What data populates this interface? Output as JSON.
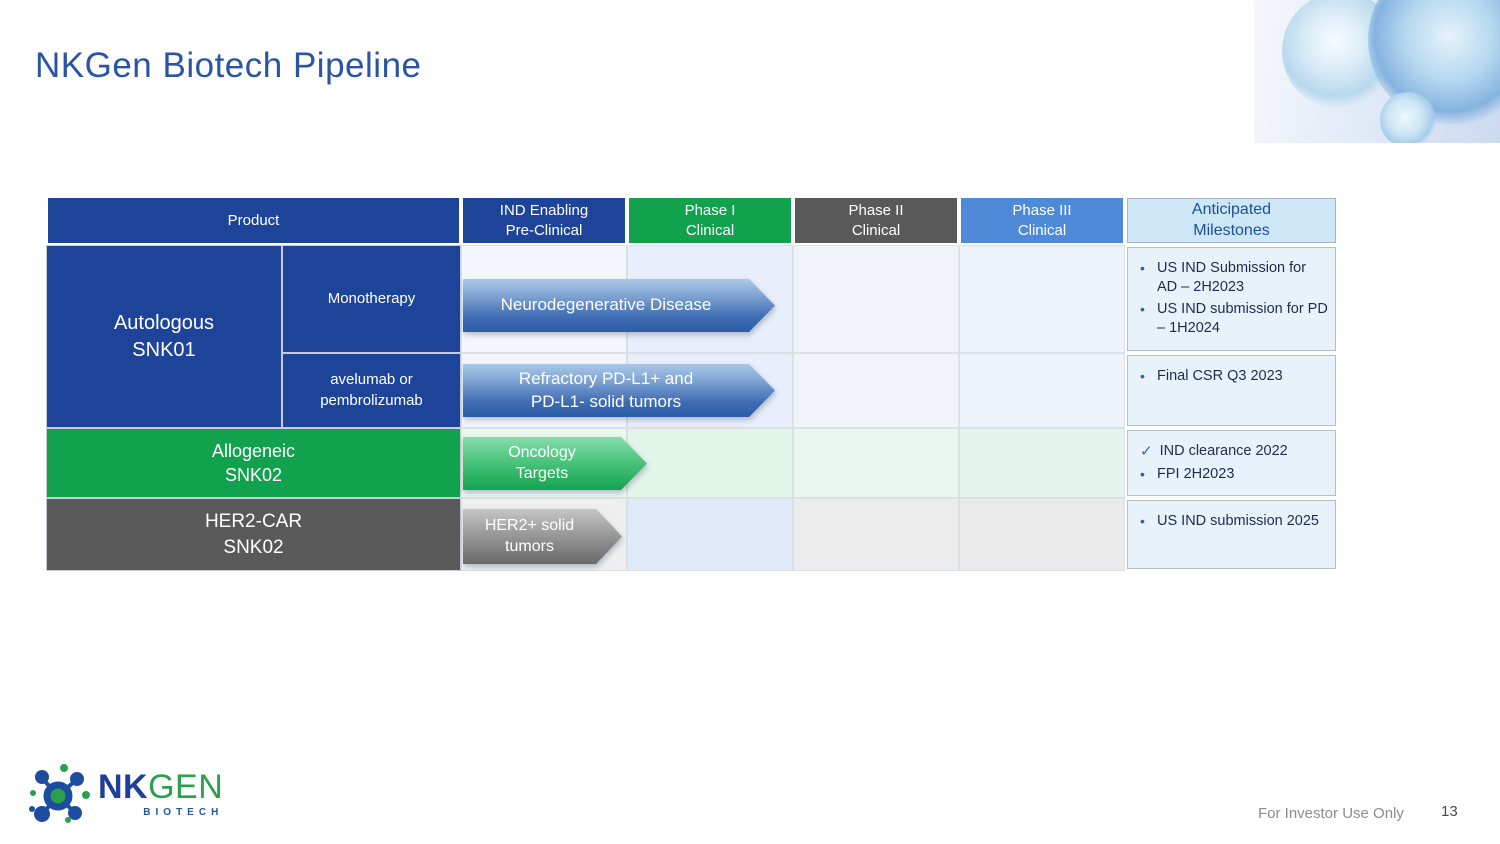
{
  "slide": {
    "title": "NKGen Biotech Pipeline",
    "footer": "For Investor Use Only",
    "page": "13"
  },
  "logo": {
    "nk": "NK",
    "gen": "GEN",
    "sub": "BIOTECH"
  },
  "colors": {
    "title_blue": "#2a55a4",
    "header_dark_blue": "#1d4499",
    "phase1_green": "#12a24e",
    "phase2_gray": "#595959",
    "phase3_blue": "#4e8ad8",
    "milestones_header_bg": "#cde7f6",
    "milestones_cell_bg": "#e7f2fa",
    "arrow_blue": "#2d5ca7",
    "arrow_green": "#12a24e",
    "arrow_gray": "#696969",
    "logo_blue": "#1e3f97",
    "logo_green": "#2aa04d"
  },
  "pipeline": {
    "headers": {
      "product": "Product",
      "ind": "IND Enabling\nPre-Clinical",
      "phase1": "Phase I\nClinical",
      "phase2": "Phase II\nClinical",
      "phase3": "Phase III\nClinical",
      "milestones": "Anticipated\nMilestones"
    },
    "rows": [
      {
        "product": "Autologous\nSNK01",
        "sub": "Monotherapy",
        "arrow": "Neurodegenerative Disease",
        "milestones": [
          {
            "glyph": "•",
            "text": "US IND Submission for AD – 2H2023"
          },
          {
            "glyph": "•",
            "text": "US IND submission for PD – 1H2024"
          }
        ]
      },
      {
        "sub": "avelumab or\npembrolizumab",
        "arrow": "Refractory PD-L1+ and\nPD-L1- solid tumors",
        "milestones": [
          {
            "glyph": "•",
            "text": "Final CSR Q3 2023"
          }
        ]
      },
      {
        "product": "Allogeneic\nSNK02",
        "arrow": "Oncology\nTargets",
        "milestones": [
          {
            "glyph": "✓",
            "text": "IND clearance 2022"
          },
          {
            "glyph": "•",
            "text": "FPI 2H2023"
          }
        ]
      },
      {
        "product": "HER2-CAR\nSNK02",
        "arrow": "HER2+ solid\ntumors",
        "milestones": [
          {
            "glyph": "•",
            "text": "US IND submission 2025"
          }
        ]
      }
    ]
  }
}
